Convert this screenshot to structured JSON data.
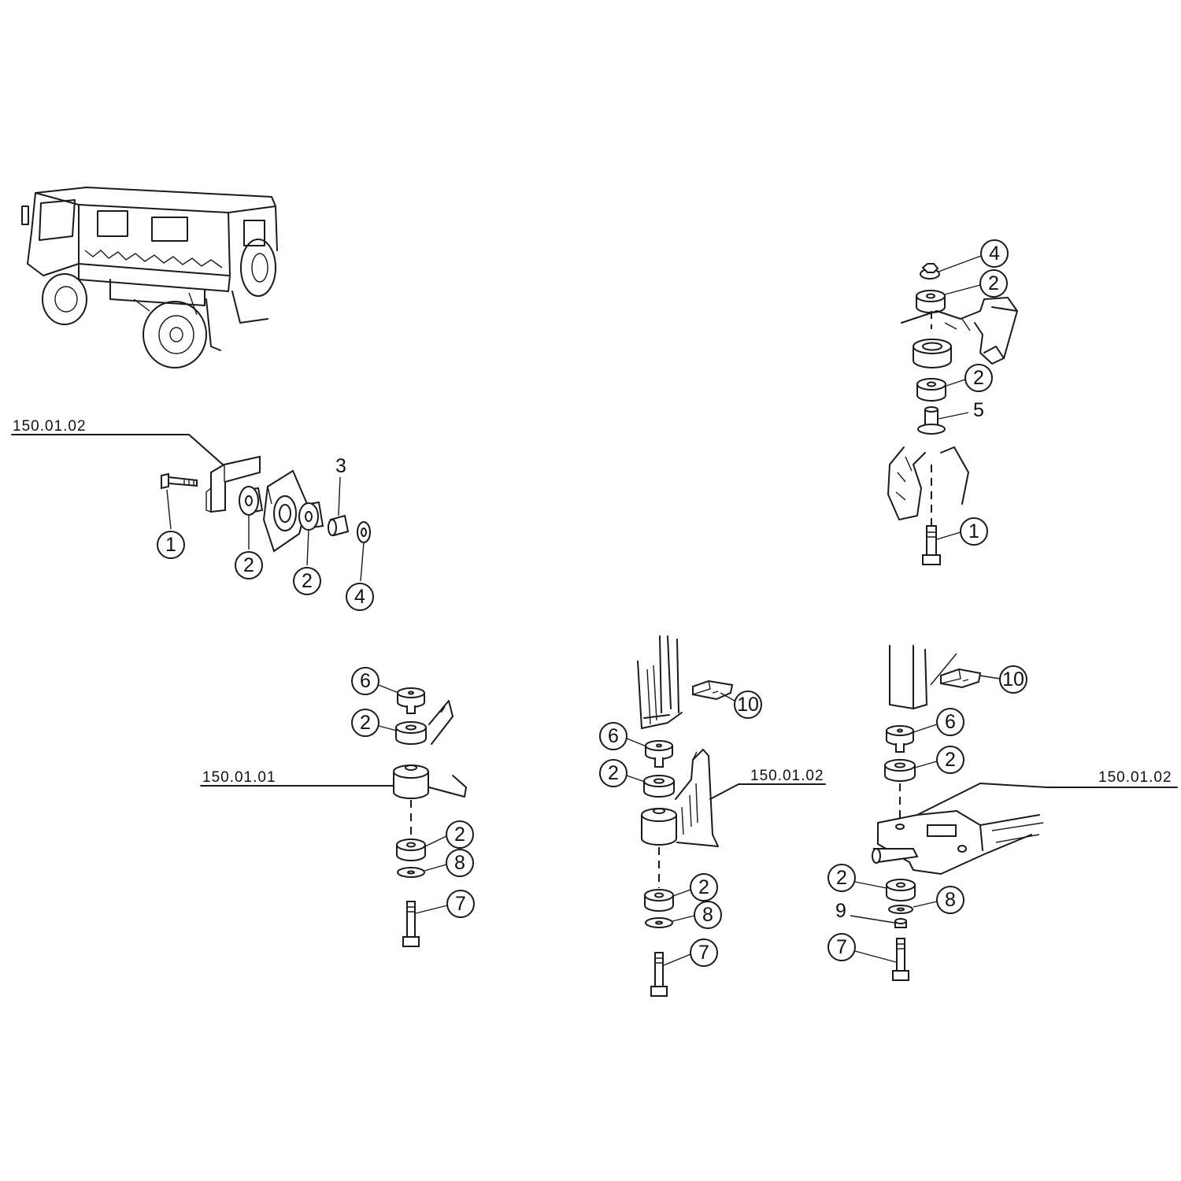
{
  "refs": {
    "left_bracket": "150.01.02",
    "bottom_left": "150.01.01",
    "bottom_middle": "150.01.02",
    "bottom_right": "150.01.02"
  },
  "callouts": {
    "a1": "1",
    "a2": "2",
    "a3": "2",
    "a4": "3",
    "a5": "4",
    "b1": "4",
    "b2": "2",
    "b3": "2",
    "b4": "5",
    "b5": "1",
    "c1": "6",
    "c2": "2",
    "c3": "2",
    "c4": "8",
    "c5": "7",
    "d1": "10",
    "d2": "6",
    "d3": "2",
    "d4": "2",
    "d5": "8",
    "d6": "7",
    "e1": "10",
    "e2": "6",
    "e3": "2",
    "e4": "2",
    "e5": "8",
    "e6": "9",
    "e7": "7"
  }
}
